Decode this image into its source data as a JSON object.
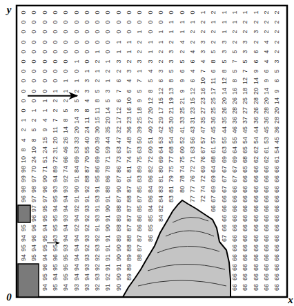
{
  "diagram": {
    "labels": [
      "y",
      "0",
      "0",
      "0",
      "0",
      "0",
      "0",
      "0",
      "0",
      "0",
      "0",
      "0",
      "0",
      "0",
      "0",
      "0",
      "0",
      "0",
      "1",
      "2",
      "1",
      "1",
      "1",
      "1",
      "2",
      "2",
      "0",
      "0",
      "0",
      "0",
      "0",
      "0",
      "0",
      "0",
      "0",
      "0",
      "0",
      "0",
      "0",
      "0",
      "1",
      "1",
      "1",
      "2",
      "1",
      "1",
      "1",
      "2",
      "2",
      "2",
      "2",
      "0",
      "0",
      "0",
      "0",
      "0",
      "0",
      "0",
      "0",
      "0",
      "0",
      "0",
      "1",
      "0",
      "1",
      "1",
      "1",
      "2",
      "2",
      "2",
      "1",
      "2",
      "2",
      "3",
      "2",
      "2",
      "0",
      "0",
      "0",
      "0",
      "0",
      "0",
      "0",
      "0",
      "0",
      "1",
      "1",
      "2",
      "1",
      "1",
      "2",
      "4",
      "2",
      "3",
      "2",
      "3",
      "2",
      "3",
      "2",
      "4",
      "2",
      "0",
      "0",
      "0",
      "0",
      "0",
      "0",
      "0",
      "1",
      "0",
      "1",
      "1",
      "2",
      "1",
      "2",
      "3",
      "2",
      "4",
      "3",
      "5",
      "3",
      "5",
      "3",
      "6",
      "4",
      "2",
      "0",
      "0",
      "0",
      "0",
      "0",
      "1",
      "0",
      "2",
      "1",
      "3",
      "2",
      "3",
      "3",
      "2",
      "3",
      "5",
      "6",
      "4",
      "8",
      "5",
      "7",
      "5",
      "6",
      "4",
      "3",
      "0",
      "0",
      "0",
      "0",
      "0",
      "0",
      "1",
      "1",
      "2",
      "2",
      "3",
      "1",
      "4",
      "3",
      "5",
      "6",
      "4",
      "7",
      "6",
      "8",
      "5",
      "7",
      "9",
      "6",
      "5",
      "0",
      "0",
      "0",
      "0",
      "1",
      "1",
      "3",
      "2",
      "1",
      "6",
      "4",
      "7",
      "5",
      "6",
      "8",
      "9",
      "6",
      "10",
      "11",
      "12",
      "8",
      "12",
      "14",
      "9",
      "6",
      "0",
      "0",
      "0",
      "1",
      "1",
      "2",
      "3",
      "5",
      "3",
      "7",
      "6",
      "5",
      "8",
      "12",
      "13",
      "9",
      "12",
      "16",
      "17",
      "14",
      "16",
      "18",
      "20",
      "14",
      "9",
      "0",
      "0",
      "1",
      "2",
      "2",
      "5",
      "4",
      "8",
      "5",
      "6",
      "10",
      "9",
      "12",
      "15",
      "19",
      "21",
      "15",
      "23",
      "25",
      "20",
      "26",
      "25",
      "28",
      "20",
      "14",
      "0",
      "1",
      "1",
      "2",
      "5",
      "3",
      "8",
      "11",
      "14",
      "12",
      "16",
      "18",
      "20",
      "17",
      "21",
      "25",
      "23",
      "27",
      "25",
      "26",
      "28",
      "27",
      "26",
      "28",
      "20",
      "1",
      "2",
      "4",
      "7",
      "8",
      "14",
      "11",
      "15",
      "20",
      "17",
      "23",
      "25",
      "27",
      "29",
      "30",
      "33",
      "31",
      "35",
      "36",
      "35",
      "36",
      "37",
      "36",
      "36",
      "28",
      "2",
      "5",
      "9",
      "11",
      "14",
      "20",
      "24",
      "30",
      "35",
      "32",
      "36",
      "39",
      "40",
      "42",
      "45",
      "41",
      "43",
      "47",
      "45",
      "44",
      "46",
      "45",
      "44",
      "45",
      "36",
      "4",
      "8",
      "15",
      "20",
      "26",
      "33",
      "40",
      "39",
      "44",
      "47",
      "48",
      "50",
      "51",
      "53",
      "54",
      "52",
      "56",
      "57",
      "57",
      "55",
      "55",
      "54",
      "54",
      "53",
      "45",
      "8",
      "10",
      "24",
      "31",
      "46",
      "53",
      "55",
      "60",
      "59",
      "63",
      "57",
      "63",
      "60",
      "64",
      "68",
      "60",
      "63",
      "67",
      "61",
      "63",
      "64",
      "65",
      "62",
      "61",
      "54",
      "10",
      "24",
      "51",
      "72",
      "66",
      "69",
      "70",
      "69",
      "71",
      "73",
      "74",
      "75",
      "72",
      "69",
      "77",
      "75",
      "71",
      "76",
      "68",
      "69",
      "69",
      "68",
      "62",
      "62",
      "61",
      "98",
      "70",
      "71",
      "89",
      "74",
      "84",
      "87",
      "86",
      "78",
      "86",
      "81",
      "89",
      "82",
      "80",
      "75",
      "74",
      "72",
      "69",
      "64",
      "67",
      "67",
      "65",
      "66",
      "66",
      "66",
      "99",
      "97",
      "90",
      "94",
      "92",
      "91",
      "88",
      "95",
      "86",
      "87",
      "91",
      "83",
      "86",
      "81",
      "79",
      "78",
      "76",
      "72",
      "69",
      "67",
      "67",
      "66",
      "66",
      "66",
      "66",
      "98",
      "98",
      "96",
      "93",
      "93",
      "90",
      "92",
      "91",
      "88",
      "90",
      "87",
      "85",
      "84",
      "83",
      "81",
      "80",
      "77",
      "74",
      "69",
      "67",
      "66",
      "66",
      "66",
      "66",
      "66",
      "96",
      "97",
      "97",
      "95",
      "94",
      "91",
      "91",
      "93",
      "91",
      "87",
      "88",
      "87",
      "86",
      "84",
      "83",
      "77",
      "72",
      "67",
      "66",
      "66",
      "66",
      "66",
      "66",
      "66",
      "97",
      "95",
      "94",
      "94",
      "92",
      "93",
      "91",
      "90",
      "88",
      "87",
      "85",
      "84",
      "82",
      "66",
      "66",
      "66",
      "66",
      "66",
      "66",
      "66",
      "96",
      "95",
      "95",
      "93",
      "94",
      "92",
      "93",
      "91",
      "89",
      "87",
      "86",
      "85",
      "84",
      "66",
      "66",
      "66",
      "66",
      "66",
      "66",
      "95",
      "96",
      "94",
      "95",
      "94",
      "92",
      "92",
      "91",
      "90",
      "88",
      "87",
      "86",
      "85",
      "66",
      "66",
      "66",
      "66",
      "66",
      "66",
      "94",
      "96",
      "95",
      "93",
      "94",
      "94",
      "93",
      "92",
      "91",
      "89",
      "88",
      "87",
      "86",
      "67",
      "66",
      "66",
      "66",
      "66",
      "66",
      "95",
      "94",
      "95",
      "95",
      "93",
      "94",
      "92",
      "93",
      "91",
      "90",
      "88",
      "87",
      "66",
      "66",
      "66",
      "66",
      "66",
      "94",
      "95",
      "94",
      "96",
      "95",
      "94",
      "93",
      "92",
      "91",
      "90",
      "89",
      "88",
      "66",
      "66",
      "66",
      "66",
      "66",
      "96",
      "95",
      "95",
      "94",
      "93",
      "92",
      "91",
      "91",
      "89",
      "66",
      "66",
      "66",
      "66",
      "66",
      "95",
      "94",
      "95",
      "94",
      "94",
      "93",
      "92",
      "90",
      "89",
      "66",
      "66",
      "66",
      "66",
      "66",
      "94",
      "95",
      "94",
      "93",
      "93",
      "92",
      "91",
      "90",
      "66",
      "66",
      "66",
      "66",
      "66",
      "0",
      "x"
    ]
  }
}
